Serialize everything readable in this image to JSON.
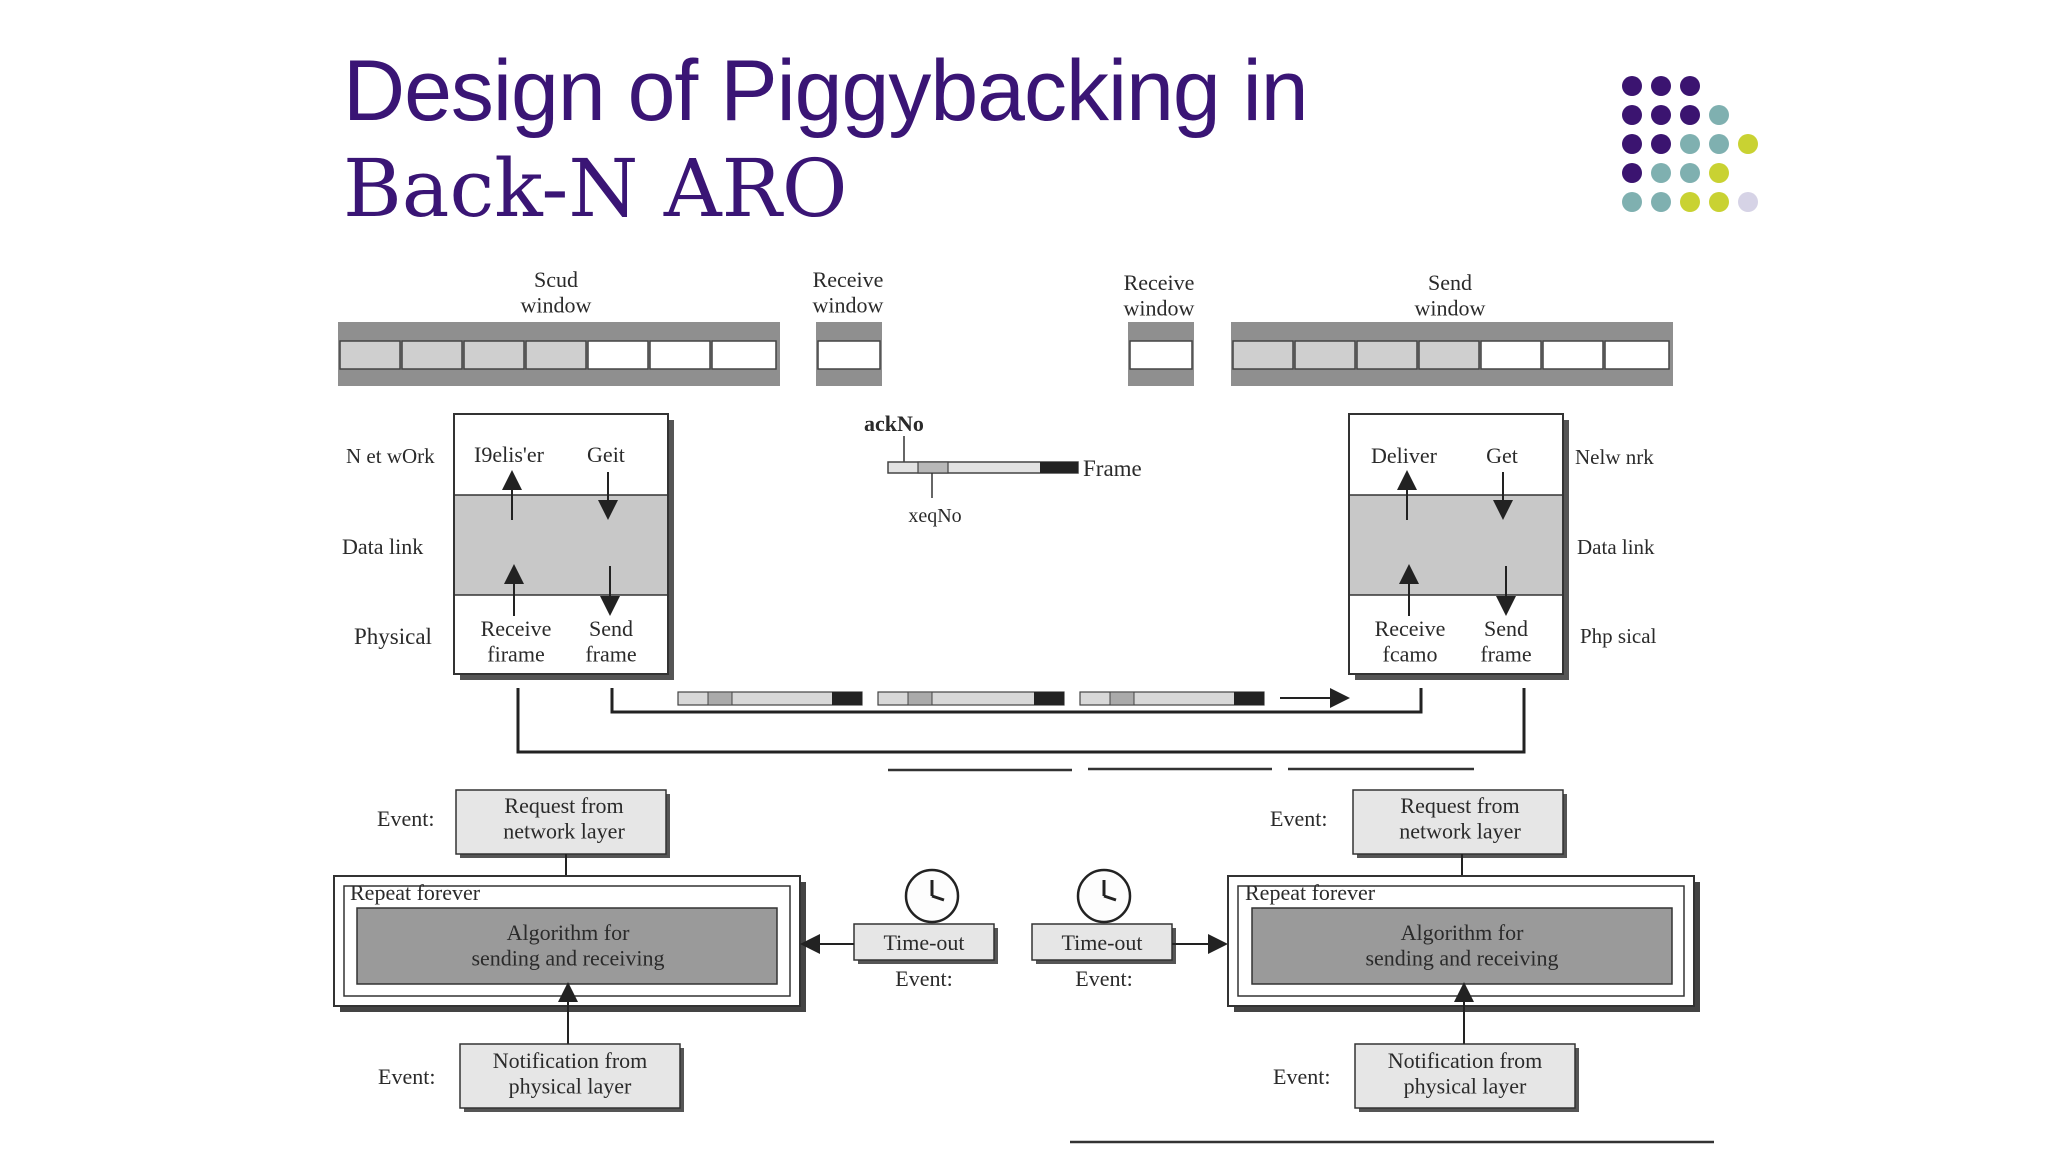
{
  "slide": {
    "title_line1": "Design of Piggybacking in",
    "title_line2": "Back-N ARO"
  },
  "colors": {
    "title": "#3a1575",
    "dot_purple": "#3b1470",
    "dot_teal": "#7fb0b0",
    "dot_lime": "#c9d232",
    "dot_lilac": "#d6d3e6"
  },
  "diagram": {
    "left_send_window": "Scud\nwindow",
    "left_receive_window": "Receive\nwindow",
    "right_receive_window": "Receive\nwindow",
    "right_send_window": "Send\nwindow",
    "left_layers": [
      "N et wOrk",
      "Data link",
      "Physical"
    ],
    "right_layers": [
      "Nelw nrk",
      "Data link",
      "Php sical"
    ],
    "left_deliver": "I9elis'er",
    "left_get": "Geit",
    "right_deliver": "Deliver",
    "right_get": "Get",
    "left_receive_frame": "Receive\nfirame",
    "left_send_frame": "Send\nframe",
    "right_receive_frame": "Receive\nfcamo",
    "right_send_frame": "Send\nframe",
    "ack_label": "ackNo",
    "seq_label": "xeqNo",
    "frame_label": "Frame"
  },
  "flow": {
    "event_label": "Event:",
    "request": "Request from\nnetwork layer",
    "repeat": "Repeat forever",
    "algorithm": "Algorithm for\nsending and receiving",
    "timeout": "Time-out",
    "timeout_event": "Event:",
    "notification": "Notification from\nphysical layer"
  }
}
